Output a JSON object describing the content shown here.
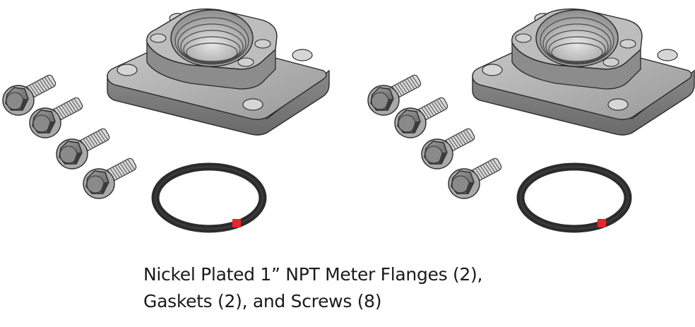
{
  "image": {
    "description": "Product illustration of a meter flange kit",
    "kits": [
      {
        "label": "kit-1",
        "flange": "nickel-plated-npt-flange",
        "screws": 4,
        "gasket": "o-ring-gasket",
        "gasket_marker_color": "#e8262a"
      },
      {
        "label": "kit-2",
        "flange": "nickel-plated-npt-flange",
        "screws": 4,
        "gasket": "o-ring-gasket",
        "gasket_marker_color": "#e8262a"
      }
    ],
    "colors": {
      "background": "#ffffff",
      "metal_light": "#b9b9b9",
      "metal_mid": "#8f8f8f",
      "metal_dark": "#555555",
      "outline": "#2a2a2a",
      "gasket": "#2b2b2b",
      "gasket_marker": "#e8262a"
    }
  },
  "caption": {
    "line1": "Nickel Plated 1” NPT Meter Flanges (2),",
    "line2": "Gaskets (2), and Screws (8)"
  }
}
